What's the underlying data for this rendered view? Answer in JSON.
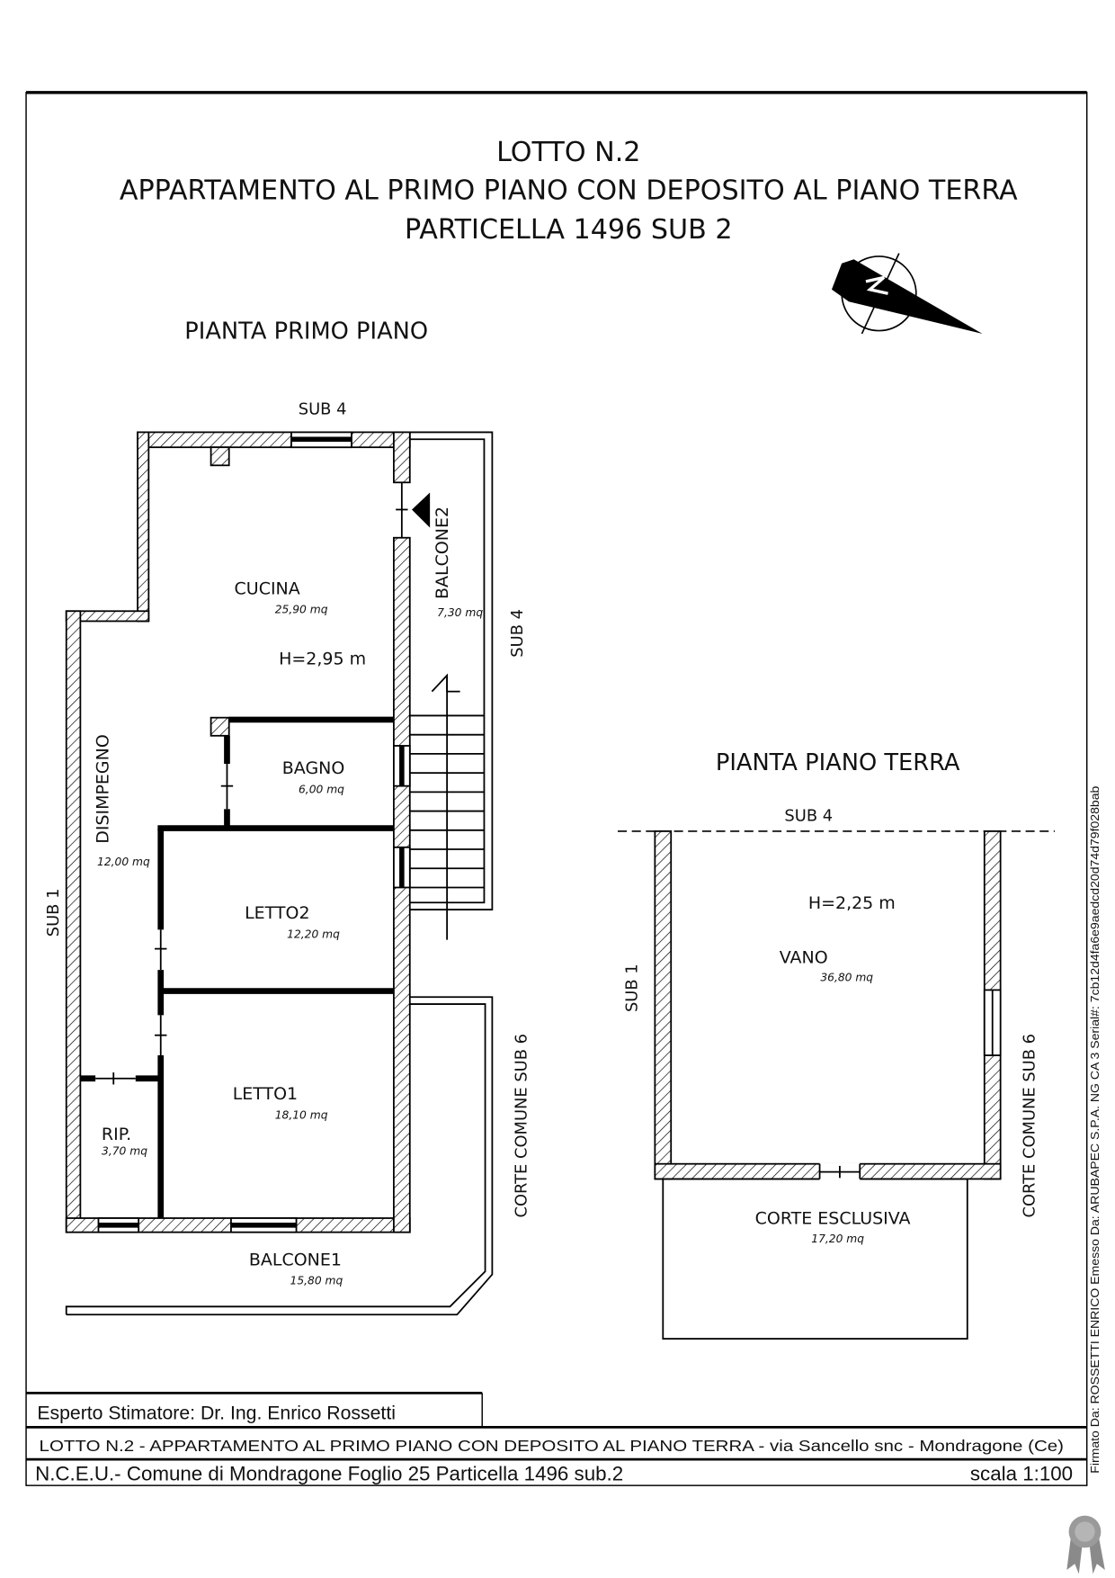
{
  "title": {
    "line1": "LOTTO N.2",
    "line2": "APPARTAMENTO AL PRIMO PIANO CON DEPOSITO AL PIANO TERRA",
    "line3": "PARTICELLA 1496 SUB 2"
  },
  "first_floor": {
    "heading": "PIANTA PRIMO PIANO",
    "height": "H=2,95 m",
    "neighbors": {
      "top": "SUB 4",
      "right": "SUB 4",
      "left": "SUB 1",
      "right_lower": "CORTE COMUNE SUB 6"
    },
    "rooms": [
      {
        "name": "CUCINA",
        "area": "25,90 mq"
      },
      {
        "name": "BALCONE2",
        "area": "7,30 mq"
      },
      {
        "name": "DISIMPEGNO",
        "area": "12,00 mq"
      },
      {
        "name": "BAGNO",
        "area": "6,00 mq"
      },
      {
        "name": "LETTO2",
        "area": "12,20 mq"
      },
      {
        "name": "LETTO1",
        "area": "18,10 mq"
      },
      {
        "name": "RIP.",
        "area": "3,70 mq"
      },
      {
        "name": "BALCONE1",
        "area": "15,80 mq"
      }
    ]
  },
  "ground_floor": {
    "heading": "PIANTA PIANO TERRA",
    "height": "H=2,25 m",
    "neighbors": {
      "top": "SUB 4",
      "left": "SUB 1",
      "right": "CORTE COMUNE SUB 6"
    },
    "rooms": [
      {
        "name": "VANO",
        "area": "36,80 mq"
      },
      {
        "name": "CORTE ESCLUSIVA",
        "area": "17,20 mq"
      }
    ]
  },
  "title_block": {
    "expert": "Esperto Stimatore: Dr. Ing. Enrico Rossetti",
    "description": "LOTTO N.2 - APPARTAMENTO AL PRIMO PIANO CON DEPOSITO AL PIANO TERRA - via Sancello snc - Mondragone (Ce)",
    "cadastre": "N.C.E.U.- Comune di Mondragone Foglio 25 Particella 1496 sub.2",
    "scale": "scala 1:100"
  },
  "signature": "Firmato Da: ROSSETTI ENRICO Emesso Da: ARUBAPEC S.P.A. NG CA 3 Serial#: 7cb12d4fa6e9aedcd20d74d79f028bab",
  "icons": {
    "compass": "north-arrow-icon",
    "seal": "ribbon-seal-icon"
  }
}
